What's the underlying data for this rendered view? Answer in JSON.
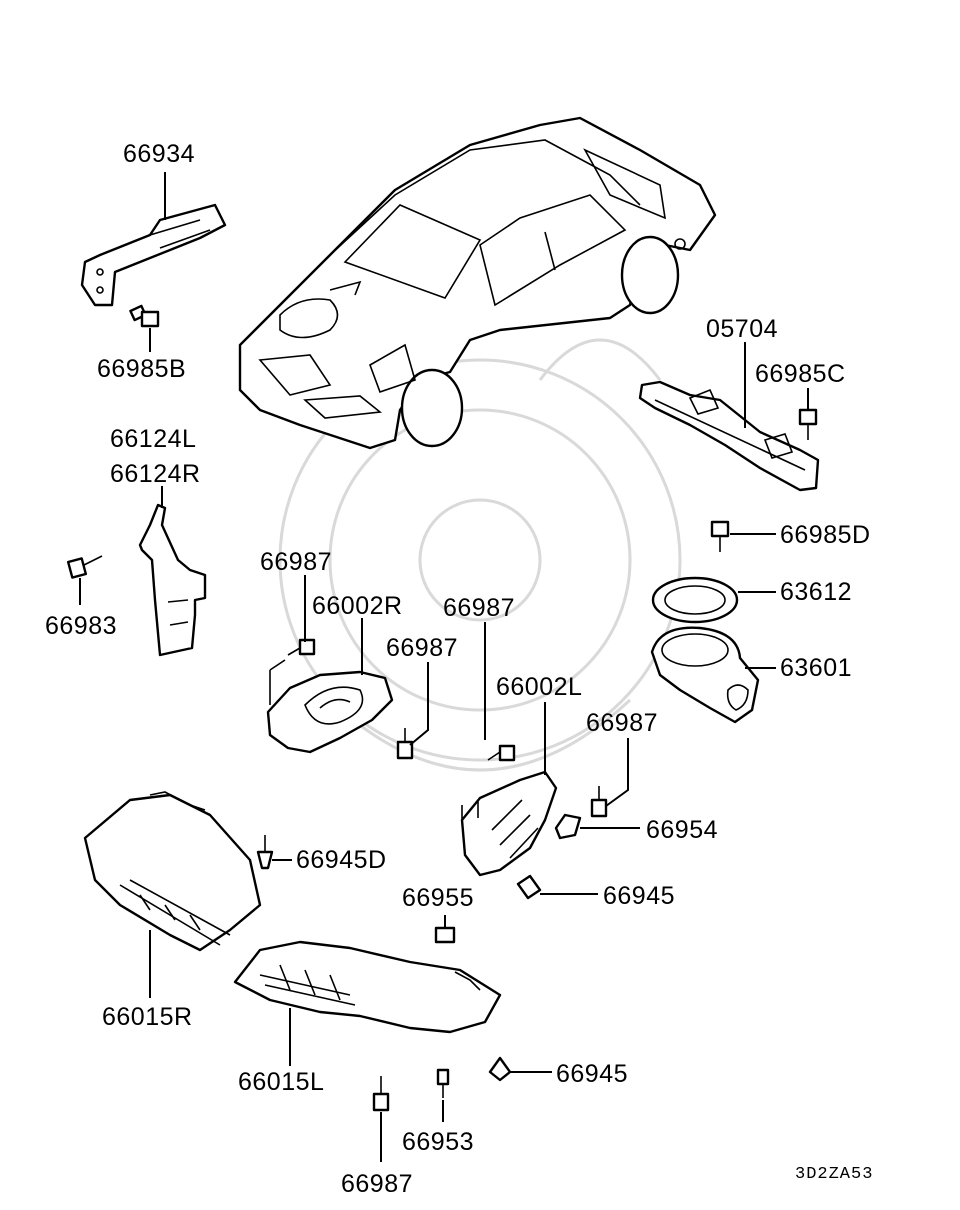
{
  "diagram": {
    "parts": [
      {
        "id": "p66934",
        "label": "66934"
      },
      {
        "id": "p66985B",
        "label": "66985B"
      },
      {
        "id": "p66124L",
        "label": "66124L"
      },
      {
        "id": "p66124R",
        "label": "66124R"
      },
      {
        "id": "p66983",
        "label": "66983"
      },
      {
        "id": "p66987a",
        "label": "66987"
      },
      {
        "id": "p66002R",
        "label": "66002R"
      },
      {
        "id": "p66987b",
        "label": "66987"
      },
      {
        "id": "p66987c",
        "label": "66987"
      },
      {
        "id": "p66002L",
        "label": "66002L"
      },
      {
        "id": "p66987d",
        "label": "66987"
      },
      {
        "id": "p66954",
        "label": "66954"
      },
      {
        "id": "p66945D",
        "label": "66945D"
      },
      {
        "id": "p66955",
        "label": "66955"
      },
      {
        "id": "p66945a",
        "label": "66945"
      },
      {
        "id": "p66015R",
        "label": "66015R"
      },
      {
        "id": "p66015L",
        "label": "66015L"
      },
      {
        "id": "p66945b",
        "label": "66945"
      },
      {
        "id": "p66953",
        "label": "66953"
      },
      {
        "id": "p66987e",
        "label": "66987"
      },
      {
        "id": "p05704",
        "label": "05704"
      },
      {
        "id": "p66985C",
        "label": "66985C"
      },
      {
        "id": "p66985D",
        "label": "66985D"
      },
      {
        "id": "p63612",
        "label": "63612"
      },
      {
        "id": "p63601",
        "label": "63601"
      }
    ],
    "diagram_code": "3D2ZA53"
  }
}
